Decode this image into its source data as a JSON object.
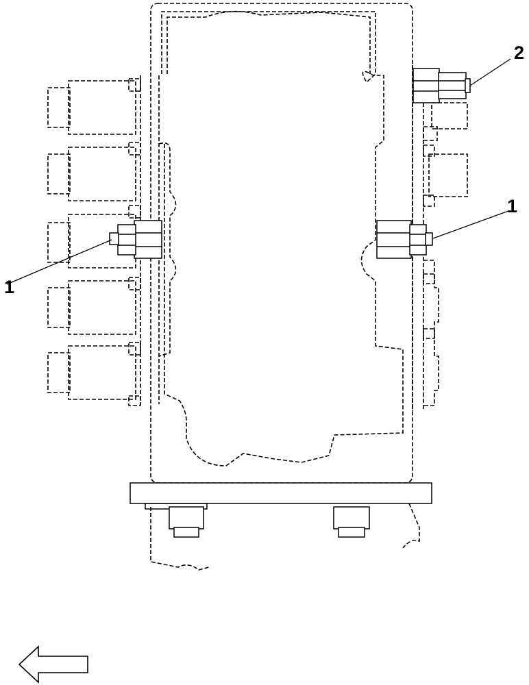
{
  "callouts": {
    "left_bolt": "1",
    "right_bolt": "1",
    "top_fitting": "2"
  },
  "icons": {
    "direction_arrow": "left-arrow-icon"
  },
  "colors": {
    "line": "#000000",
    "background": "#ffffff"
  }
}
